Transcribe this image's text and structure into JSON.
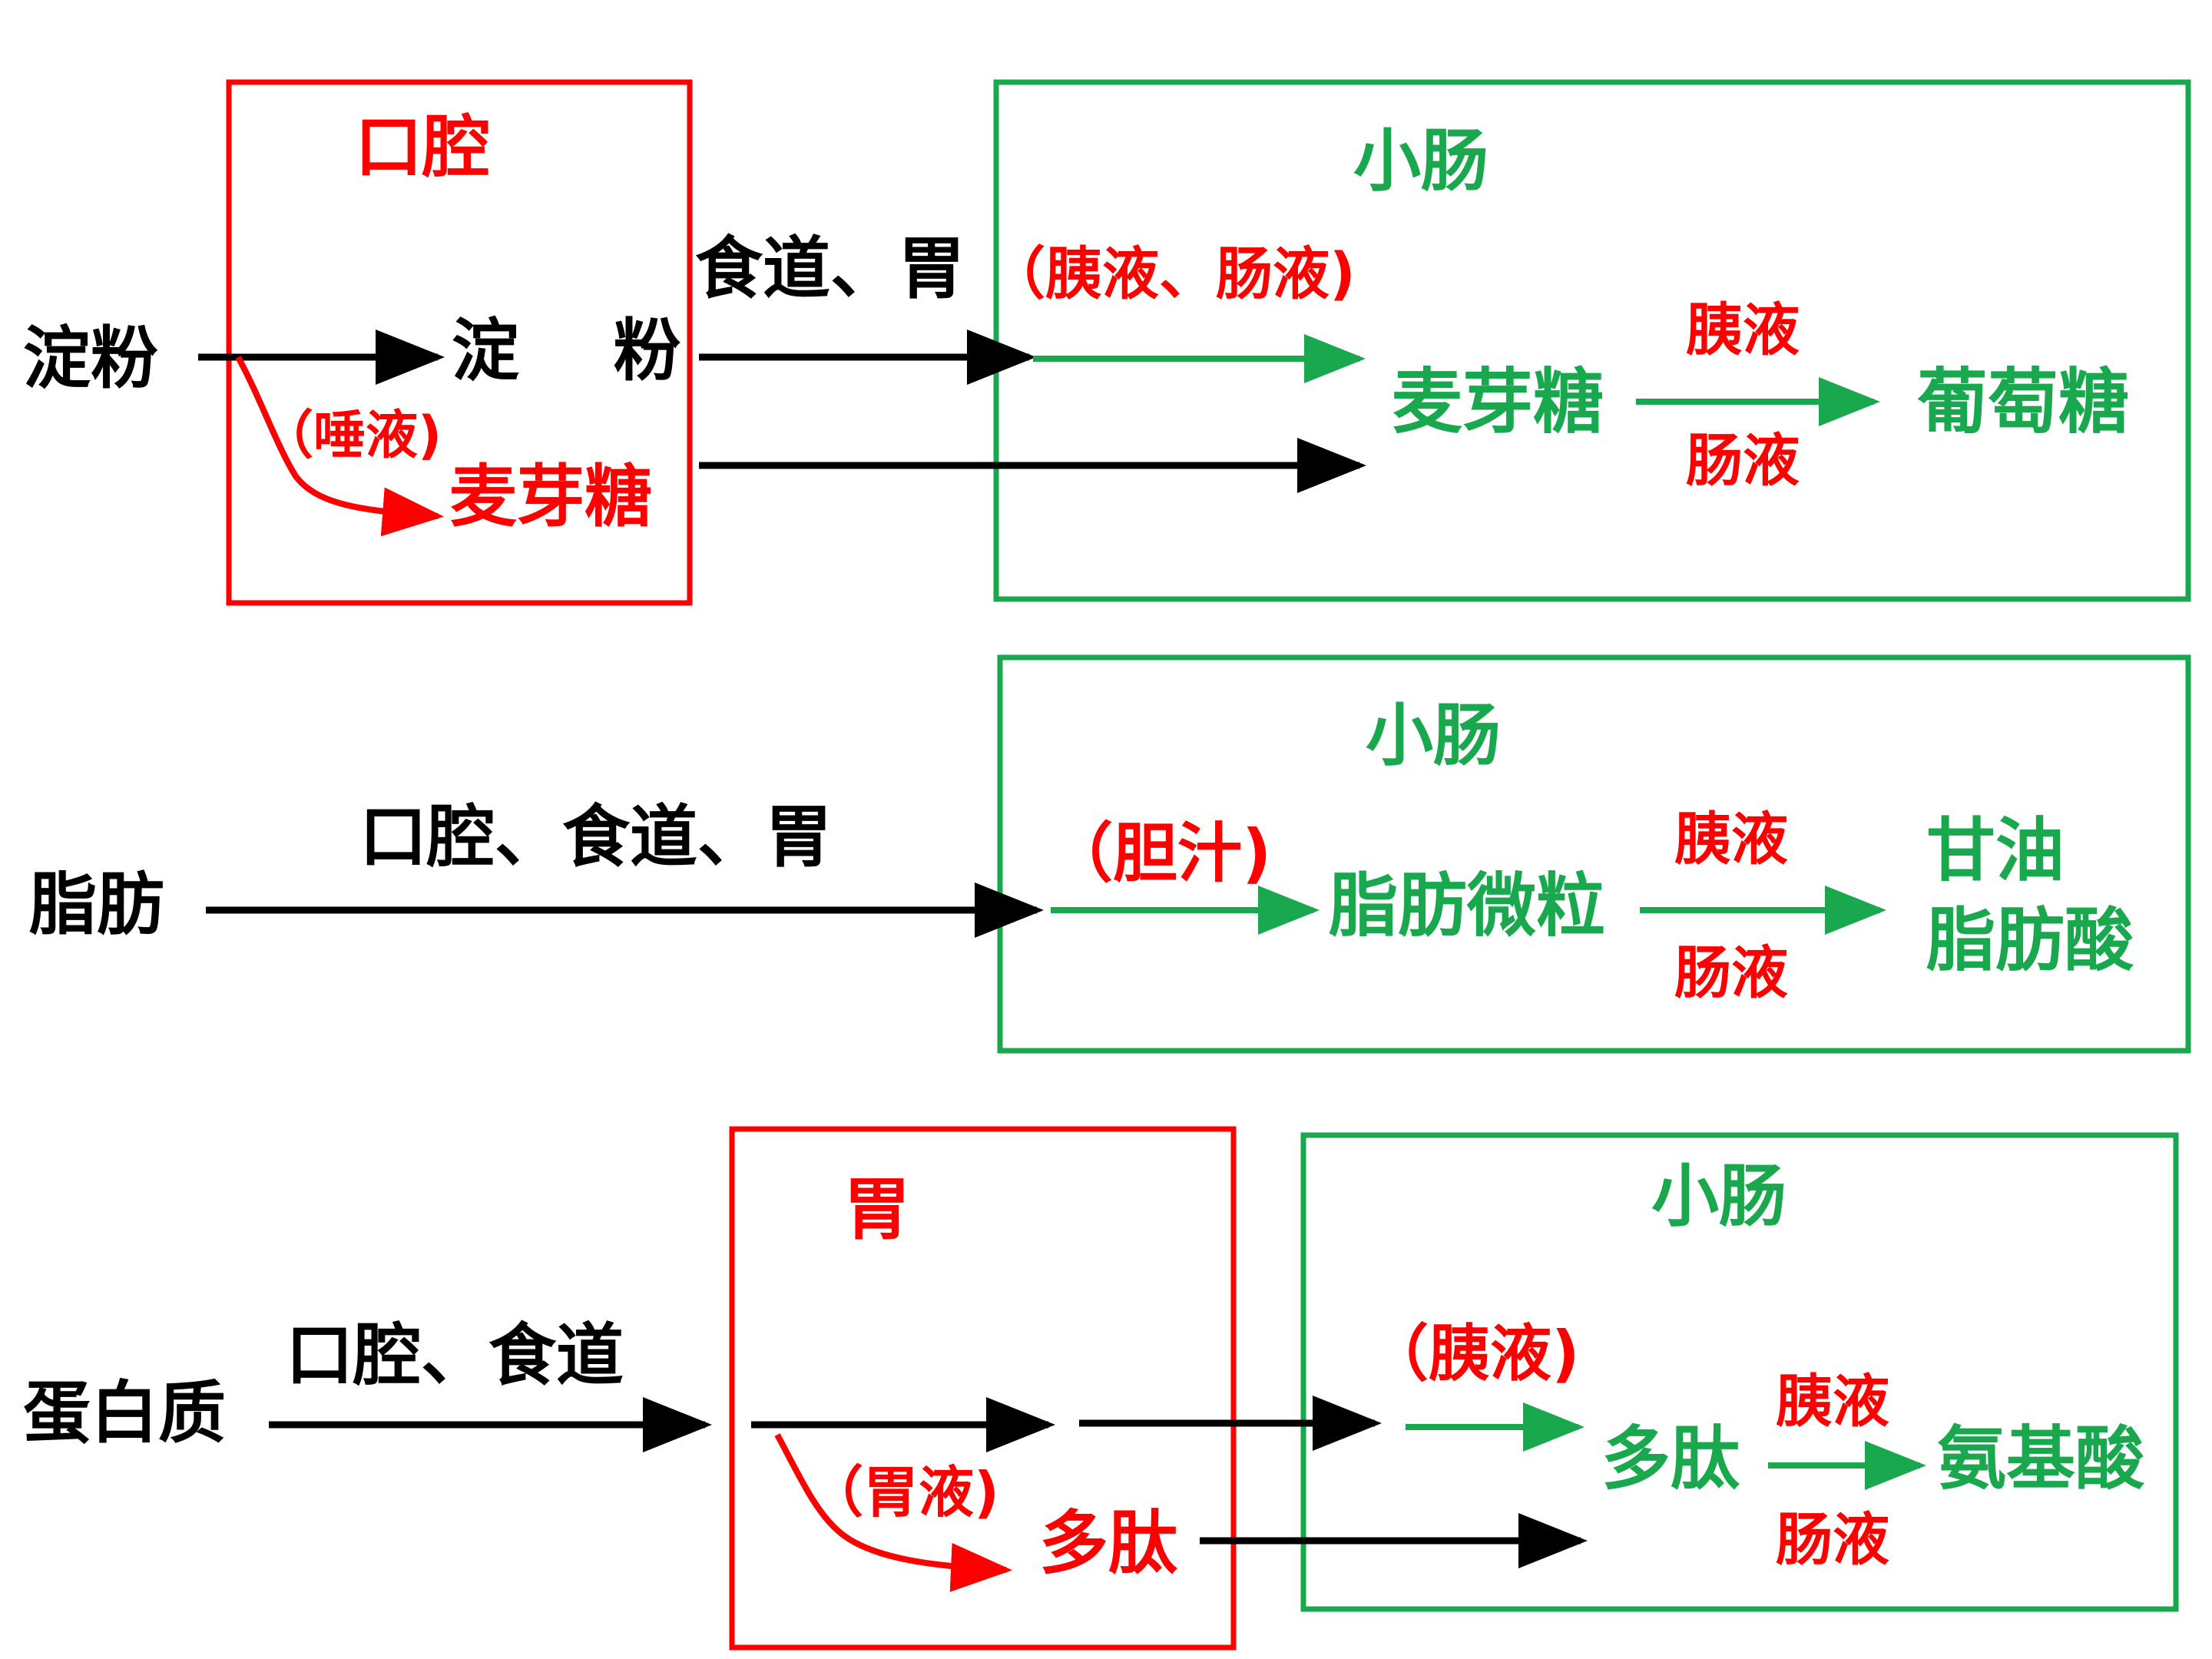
{
  "colors": {
    "red": "#ff0000",
    "green": "#1aa84f",
    "black": "#000000"
  },
  "starch": {
    "input_label": "淀粉",
    "mouth_title": "口腔",
    "starch_word": "淀    粉",
    "saliva": "（唾液)",
    "maltose_mouth": "麦芽糖",
    "esophagus_stomach": "食道、胃",
    "pancreatic_intestinal": "（胰液、肠液)",
    "intestine_title": "小肠",
    "maltose": "麦芽糖",
    "enzyme_top": "胰液",
    "enzyme_bottom": "肠液",
    "glucose": "葡萄糖"
  },
  "fat": {
    "input_label": "脂肪",
    "path_label": "口腔、食道、胃",
    "intestine_title": "小肠",
    "bile": "（胆汁)",
    "fat_particles": "脂肪微粒",
    "enzyme_top": "胰液",
    "enzyme_bottom": "肠液",
    "glycerol": "甘油",
    "fatty_acid": "脂肪酸"
  },
  "protein": {
    "input_label": "蛋白质",
    "path_label": "口腔、食道",
    "stomach_title": "胃",
    "gastric_juice": "（胃液)",
    "polypeptide_stomach": "多肽",
    "intestine_title": "小肠",
    "pancreatic": "（胰液)",
    "polypeptide": "多肽",
    "enzyme_top": "胰液",
    "enzyme_bottom": "肠液",
    "amino_acid": "氨基酸"
  }
}
